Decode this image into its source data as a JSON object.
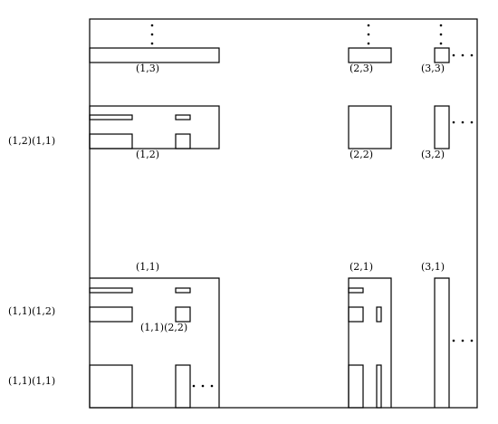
{
  "labels": {
    "c13": "(1,3)",
    "c23": "(2,3)",
    "c33": "(3,3)",
    "c12": "(1,2)",
    "c22": "(2,2)",
    "c32": "(3,2)",
    "c11": "(1,1)",
    "c21": "(2,1)",
    "c31": "(3,1)",
    "r_12_11": "(1,2)(1,1)",
    "r_11_12": "(1,1)(1,2)",
    "r_11_11": "(1,1)(1,1)",
    "inner_11_22": "(1,1)(2,2)"
  }
}
